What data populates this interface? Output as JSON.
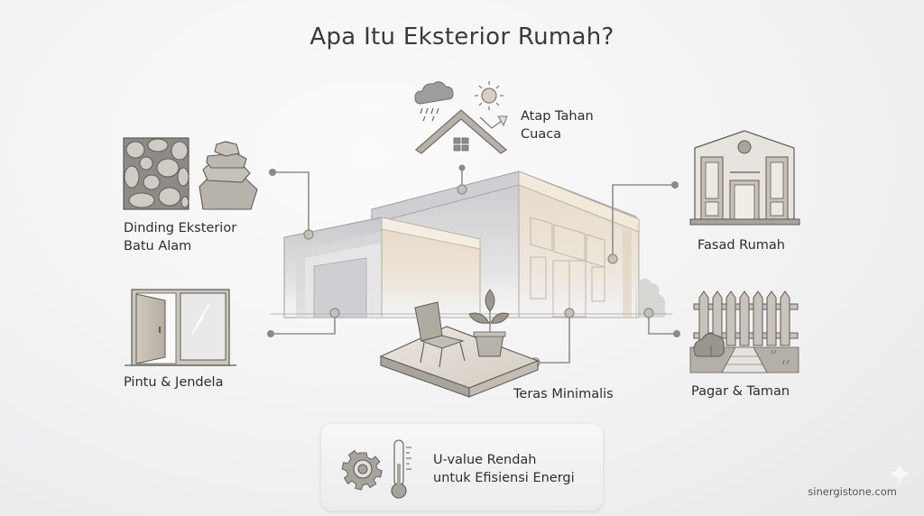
{
  "title": "Apa Itu Eksterior Rumah?",
  "labels": {
    "roof": [
      "Atap Tahan",
      "Cuaca"
    ],
    "wall": [
      "Dinding Eksterior",
      "Batu Alam"
    ],
    "facade": "Fasad Rumah",
    "doors": "Pintu & Jendela",
    "fence": "Pagar & Taman",
    "terrace": "Teras Minimalis",
    "energy": [
      "U-value Rendah",
      "untuk Efisiensi Energi"
    ]
  },
  "icons": {
    "roof": "roof-weather-icon",
    "wall": "stone-wall-icon",
    "facade": "facade-icon",
    "doors": "door-window-icon",
    "fence": "fence-garden-icon",
    "terrace": "terrace-icon",
    "energy": "gear-thermometer-icon"
  },
  "colors": {
    "line": "#8a8a8a",
    "node": "#9a9690",
    "stone": "#b9b6b0",
    "stone_dark": "#6f6b66",
    "beige": "#e9dccb",
    "background": "#f1f1f2"
  },
  "footer": "sinergistone.com"
}
